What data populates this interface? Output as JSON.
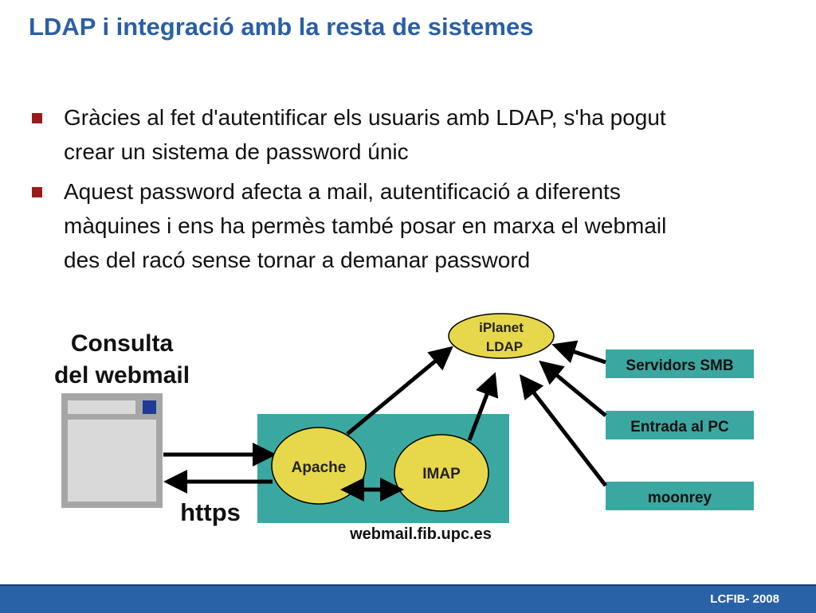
{
  "slide": {
    "title": "LDAP i integració amb la resta de sistemes",
    "bullets": [
      {
        "line1": "Gràcies al fet d'autentificar els usuaris amb LDAP, s'ha pogut",
        "line2": "crear un sistema de password únic"
      },
      {
        "line1": "Aquest password afecta a mail, autentificació a diferents",
        "line2": "màquines i ens ha permès també posar en marxa el webmail",
        "line3": "des del racó sense tornar a demanar password"
      }
    ],
    "footer": "LCFIB- 2008"
  },
  "diagram": {
    "client": {
      "label_line1": "Consulta",
      "label_line2": "del webmail"
    },
    "protocol": "https",
    "server": {
      "apache": "Apache",
      "imap": "IMAP",
      "host": "webmail.fib.upc.es"
    },
    "ldap": {
      "line1": "iPlanet",
      "line2": "LDAP"
    },
    "sources": [
      "Servidors SMB",
      "Entrada al PC",
      "moonrey"
    ]
  },
  "colors": {
    "title": "#2a5fa6",
    "bullet_marker": "#9c1a1a",
    "server_box": "#3aa8a0",
    "ellipse_fill": "#e6d84a",
    "footer_bar": "#2a62a8"
  }
}
